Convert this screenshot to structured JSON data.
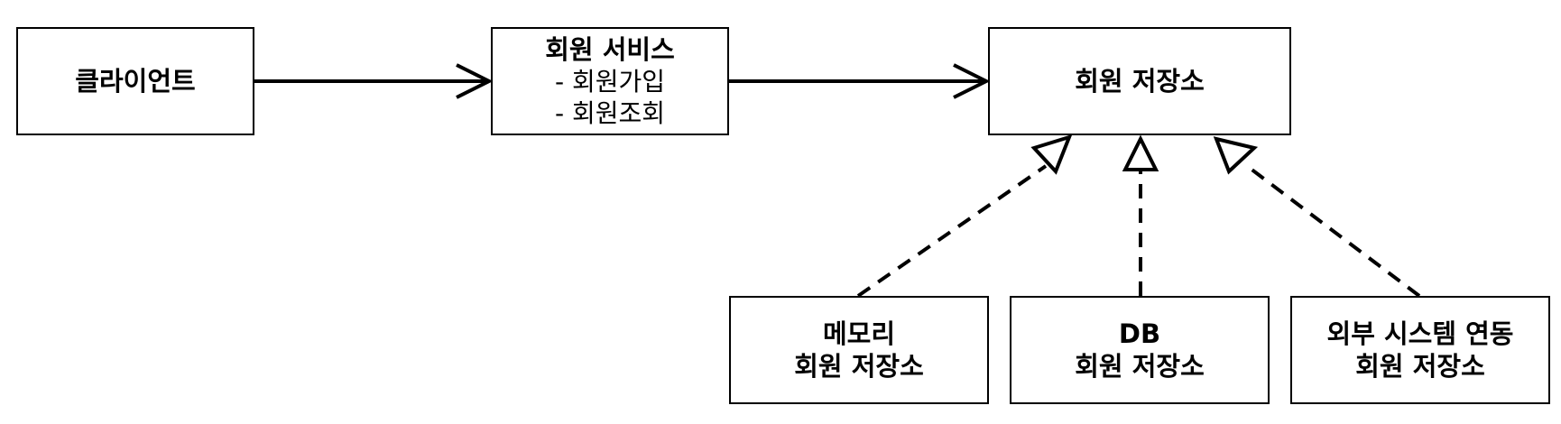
{
  "diagram": {
    "client": {
      "label": "클라이언트"
    },
    "member_service": {
      "title": "회원 서비스",
      "items": [
        "- 회원가입",
        "- 회원조회"
      ]
    },
    "member_repository": {
      "label": "회원 저장소"
    },
    "memory_repository": {
      "line1": "메모리",
      "line2": "회원 저장소"
    },
    "db_repository": {
      "line1": "DB",
      "line2": "회원 저장소"
    },
    "external_repository": {
      "line1": "외부 시스템 연동",
      "line2": "회원 저장소"
    }
  }
}
